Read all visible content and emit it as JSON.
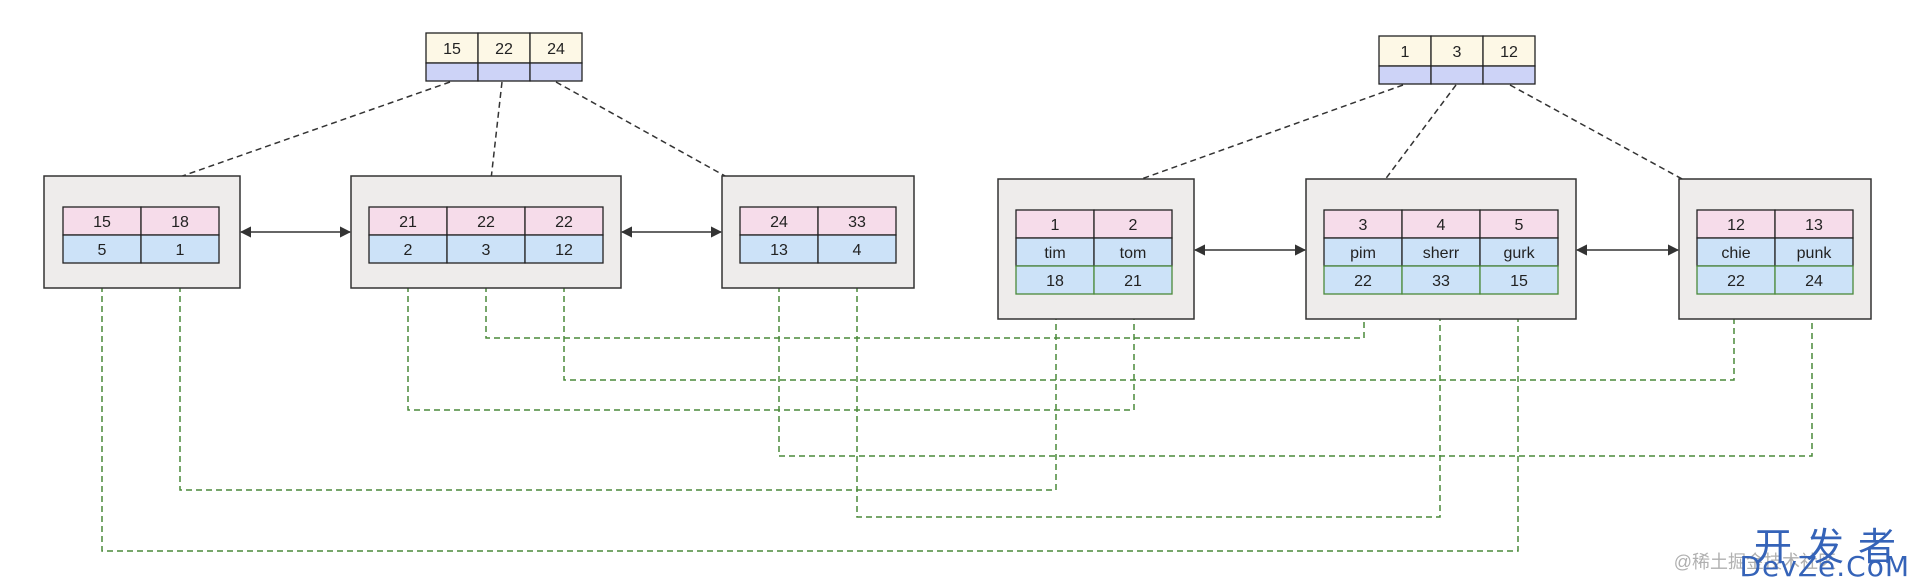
{
  "colors": {
    "root_key_fill": "#fdf8e6",
    "root_ptr_fill": "#cdd3f7",
    "key_fill": "#f6dcea",
    "value_fill": "#cce2f8",
    "extra_border": "#4a8a3a",
    "page_fill": "#eeeceb",
    "pointer_line": "#333333",
    "secondary_line": "#4a8a3a"
  },
  "index_a": {
    "root_keys": [
      "15",
      "22",
      "24"
    ],
    "leaves": [
      {
        "keys": [
          "15",
          "18"
        ],
        "values": [
          "5",
          "1"
        ]
      },
      {
        "keys": [
          "21",
          "22",
          "22"
        ],
        "values": [
          "2",
          "3",
          "12"
        ]
      },
      {
        "keys": [
          "24",
          "33"
        ],
        "values": [
          "13",
          "4"
        ]
      }
    ]
  },
  "index_b": {
    "root_keys": [
      "1",
      "3",
      "12"
    ],
    "leaves": [
      {
        "keys": [
          "1",
          "2"
        ],
        "values": [
          "tim",
          "tom"
        ],
        "extras": [
          "18",
          "21"
        ]
      },
      {
        "keys": [
          "3",
          "4",
          "5"
        ],
        "values": [
          "pim",
          "sherr",
          "gurk"
        ],
        "extras": [
          "22",
          "33",
          "15"
        ]
      },
      {
        "keys": [
          "12",
          "13"
        ],
        "values": [
          "chie",
          "punk"
        ],
        "extras": [
          "22",
          "24"
        ]
      }
    ]
  },
  "watermark": {
    "brand_top": "开发者",
    "brand_bottom": "DevZe.CoM",
    "caption": "@稀土掘金技术社区"
  }
}
